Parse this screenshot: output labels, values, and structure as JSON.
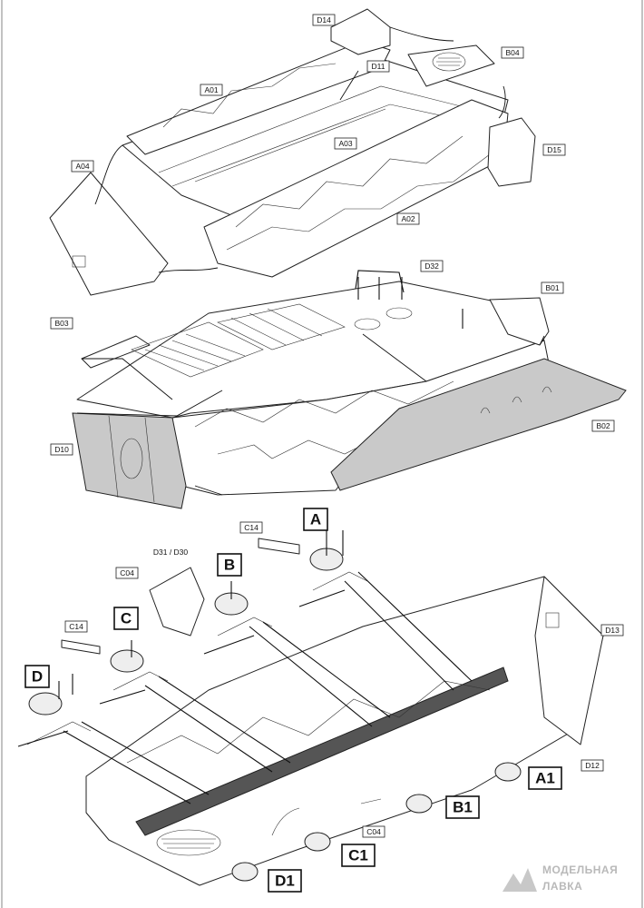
{
  "labels": {
    "d14": "D14",
    "b04": "B04",
    "a01": "A01",
    "d11": "D11",
    "a03": "A03",
    "d15": "D15",
    "a04": "A04",
    "a02": "A02",
    "d32": "D32",
    "b01": "B01",
    "b03": "B03",
    "d10": "D10",
    "b02": "B02",
    "c14_top": "C14",
    "d31_d30": "D31 / D30",
    "c04_top": "C04",
    "c14_left": "C14",
    "d13": "D13",
    "d12": "D12",
    "c04_bottom": "C04"
  },
  "callouts": {
    "a": "A",
    "b": "B",
    "c": "C",
    "d": "D",
    "a1": "A1",
    "b1": "B1",
    "c1": "C1",
    "d1": "D1"
  },
  "watermark": {
    "line1": "МОДЕЛЬНАЯ",
    "line2": "ЛАВКА"
  },
  "colors": {
    "ink": "#111111",
    "part_grey": "#c9c9c9",
    "watermark": "#b9b9b9"
  }
}
